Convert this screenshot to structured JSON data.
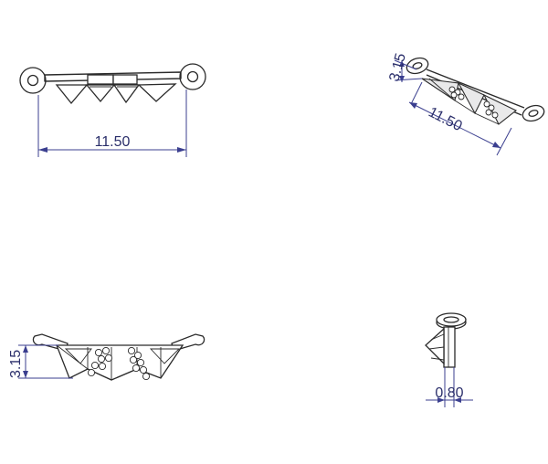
{
  "dimensions": {
    "top_left_width": "11.50",
    "top_right_width": "11.50",
    "top_right_height": "3.15",
    "bottom_left_height": "3.15",
    "bottom_right_thickness": "0.80"
  },
  "colors": {
    "line": "#2a2a2a",
    "dimension": "#3b3f8f",
    "background": "#ffffff"
  }
}
